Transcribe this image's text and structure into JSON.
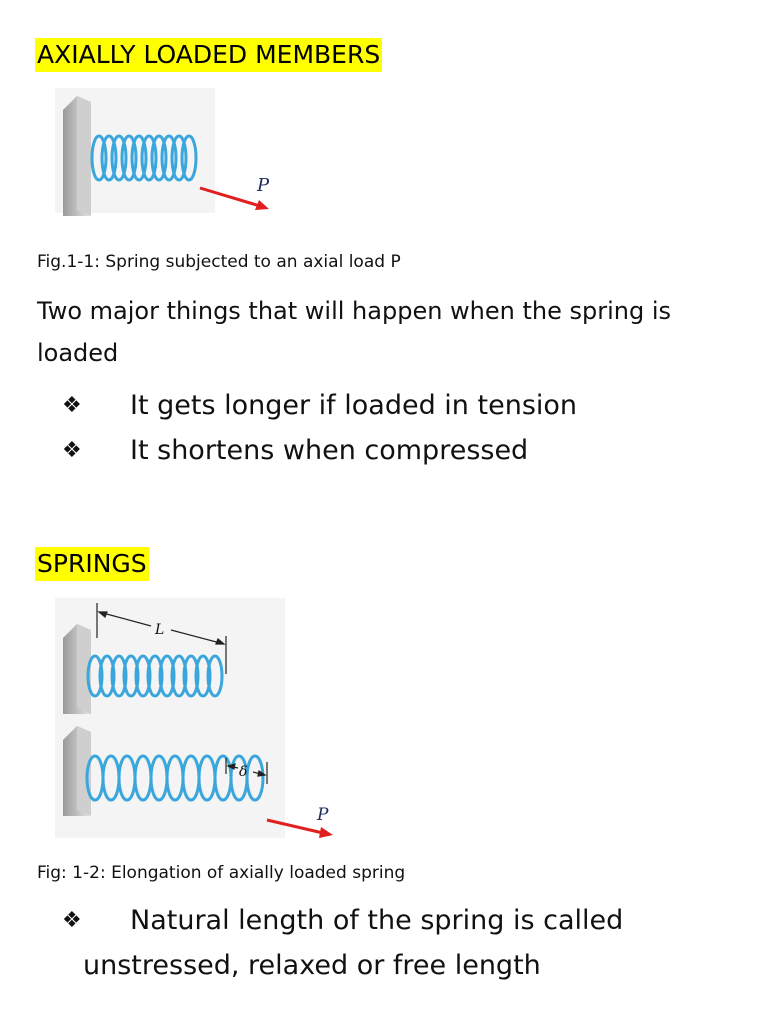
{
  "section1": {
    "heading": "AXIALLY LOADED MEMBERS",
    "figure_label": "P",
    "caption": "Fig.1-1: Spring subjected to an axial load P",
    "paragraph": "Two major things that will happen when the spring is loaded",
    "bullets": [
      "It gets longer if loaded in tension",
      "It shortens when compressed"
    ]
  },
  "section2": {
    "heading": "SPRINGS",
    "figure_labels": {
      "length": "L",
      "delta": "δ",
      "load": "P"
    },
    "caption": "Fig: 1-2: Elongation of axially loaded spring",
    "bullet_line1": "Natural length of the spring is called",
    "bullet_line2": "unstressed, relaxed or free length"
  },
  "bullet_symbol": "❖",
  "colors": {
    "highlight": "#ffff00",
    "spring": "#3aa6dc",
    "arrow": "#e02020"
  }
}
